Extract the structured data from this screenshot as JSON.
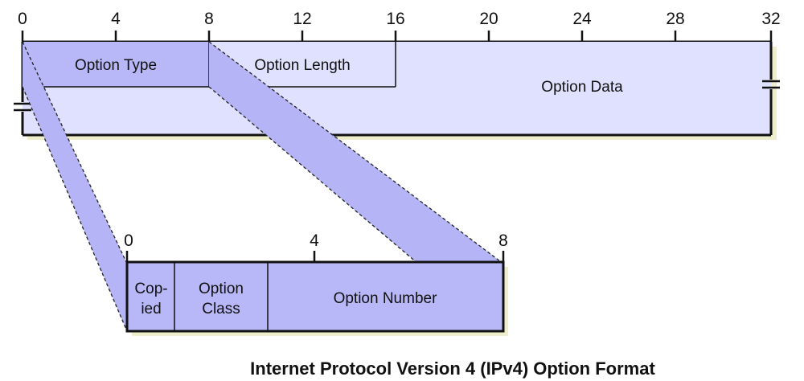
{
  "colors": {
    "background": "#ffffff",
    "data_fill": "#e0e0ff",
    "type_fill": "#b8b8f8",
    "length_fill": "#e0e0ff",
    "projection_fill": "#b4b4f6",
    "shadow": "#eeeecc",
    "stroke": "#111111"
  },
  "top_ruler": {
    "ticks": [
      "0",
      "4",
      "8",
      "12",
      "16",
      "20",
      "24",
      "28",
      "32"
    ]
  },
  "bottom_ruler": {
    "ticks": [
      "0",
      "4",
      "8"
    ]
  },
  "fields": {
    "option_type": "Option Type",
    "option_length": "Option Length",
    "option_data": "Option Data",
    "copied_line1": "Cop-",
    "copied_line2": "ied",
    "class_line1": "Option",
    "class_line2": "Class",
    "option_number": "Option Number"
  },
  "title": "Internet Protocol Version 4 (IPv4) Option Format"
}
